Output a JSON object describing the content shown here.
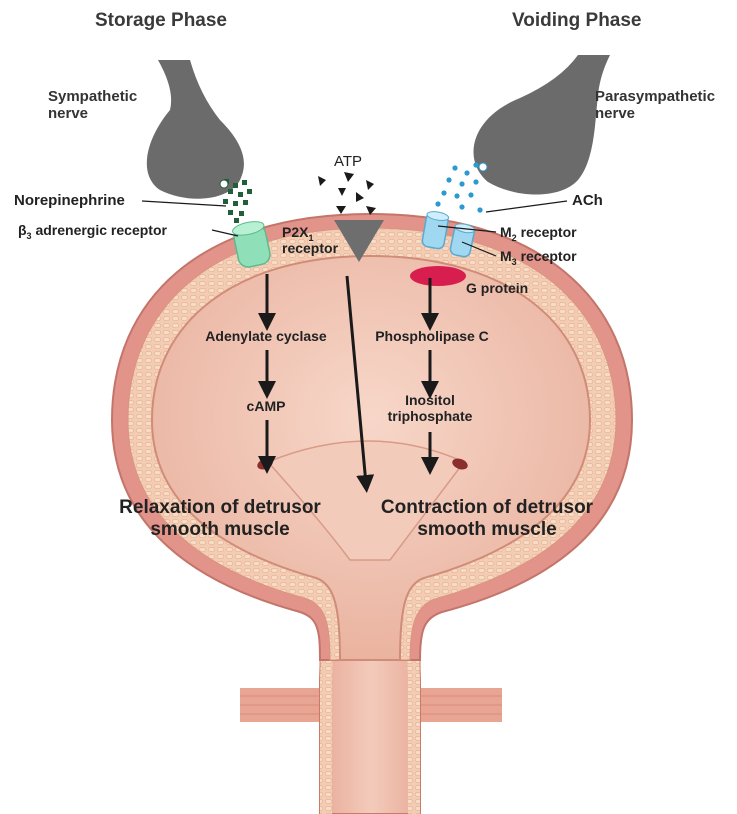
{
  "phases": {
    "storage": "Storage Phase",
    "voiding": "Voiding Phase"
  },
  "nerves": {
    "sympathetic_line1": "Sympathetic",
    "sympathetic_line2": "nerve",
    "parasympathetic_line1": "Parasympathetic",
    "parasympathetic_line2": "nerve"
  },
  "transmitters": {
    "norepinephrine": "Norepinephrine",
    "atp": "ATP",
    "ach": "ACh"
  },
  "receptors": {
    "beta3_symbol": "β",
    "beta3_sub": "3",
    "beta3_rest": " adrenergic receptor",
    "p2x_main": "P2X",
    "p2x_sub": "1",
    "p2x_line2": "receptor",
    "m2_main": "M",
    "m2_sub": "2",
    "m2_rest": " receptor",
    "m3_main": "M",
    "m3_sub": "3",
    "m3_rest": " receptor",
    "g_protein": "G protein"
  },
  "pathway_left": {
    "step1": "Adenylate cyclase",
    "step2": "cAMP",
    "result_line1": "Relaxation of detrusor",
    "result_line2": "smooth muscle"
  },
  "pathway_right": {
    "step1": "Phospholipase C",
    "step2_line1": "Inositol",
    "step2_line2": "triphosphate",
    "result_line1": "Contraction of detrusor",
    "result_line2": "smooth muscle"
  },
  "colors": {
    "bladder_outer": "#e2938a",
    "bladder_wall": "#f0c2aa",
    "bladder_lumen": "#f2c6b5",
    "nerve_gray": "#6b6b6b",
    "beta3_green": "#8fe0b8",
    "m_receptor_blue": "#9fd8f0",
    "g_protein_red": "#d81e4e",
    "ne_dots": "#1f5f3a",
    "ach_dots": "#2a9ad0"
  }
}
